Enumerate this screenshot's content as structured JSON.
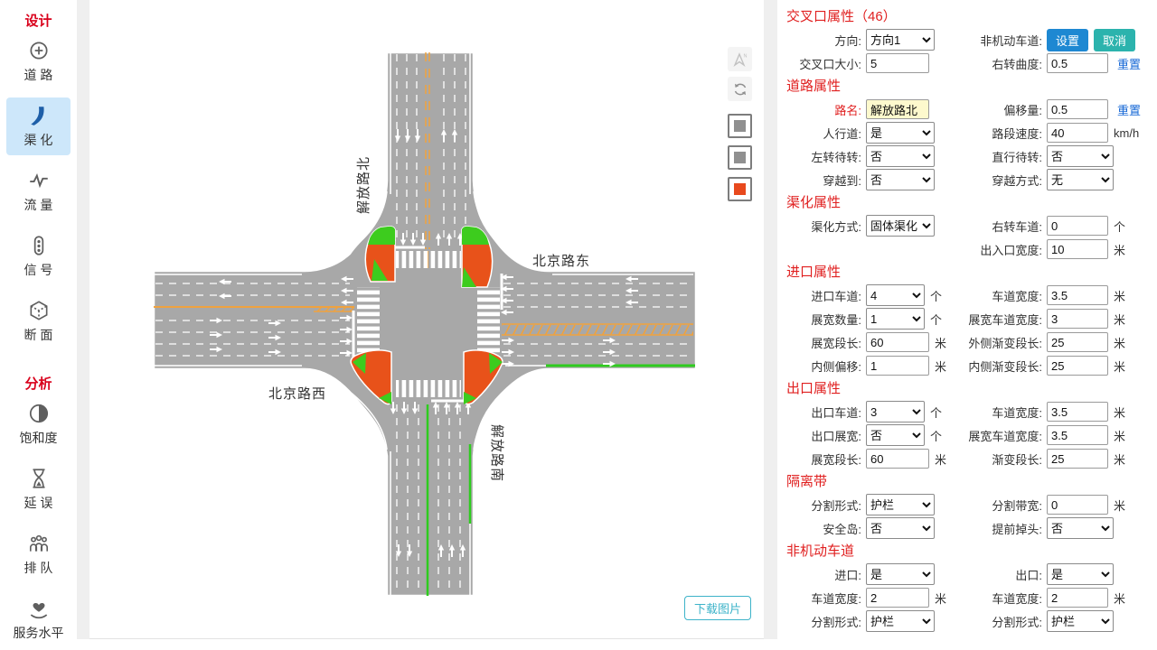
{
  "sidebar": {
    "sections": [
      {
        "title": "设计",
        "items": [
          {
            "icon": "road-icon",
            "label": "道 路"
          },
          {
            "icon": "channelization-icon",
            "label": "渠 化",
            "active": true
          },
          {
            "icon": "flow-icon",
            "label": "流 量"
          },
          {
            "icon": "signal-icon",
            "label": "信 号"
          },
          {
            "icon": "cross-section-icon",
            "label": "断 面"
          }
        ]
      },
      {
        "title": "分析",
        "items": [
          {
            "icon": "saturation-icon",
            "label": "饱和度"
          },
          {
            "icon": "delay-icon",
            "label": "延 误"
          },
          {
            "icon": "queue-icon",
            "label": "排 队"
          },
          {
            "icon": "service-level-icon",
            "label": "服务水平"
          }
        ]
      }
    ]
  },
  "canvas": {
    "road_labels": {
      "north": "解放路北",
      "south": "解放路南",
      "east": "北京路东",
      "west": "北京路西"
    },
    "toolbar": {
      "north_label": "N"
    },
    "download_label": "下载图片",
    "colors": {
      "road": "#a8a8a8",
      "island_orange": "#e8521a",
      "island_green": "#3dcc1e",
      "lane_marking": "#ffffff",
      "center_line_orange": "#efa23f",
      "bike_lane_green": "#2ecc1e",
      "toolbar_square_gray": "#909090",
      "toolbar_square_orange": "#e8491d",
      "accent_blue": "#1e88d2",
      "accent_teal": "#2cb3ad",
      "link_blue": "#1668d6",
      "section_red": "#e02020"
    }
  },
  "panel": {
    "rows": [
      {
        "text": "交叉口属性（46）"
      },
      {
        "l": {
          "label": "方向:",
          "value": "方向1"
        },
        "r": {
          "label": "非机动车道:",
          "btn1": "设置",
          "btn2": "取消"
        }
      },
      {
        "l": {
          "label": "交叉口大小:",
          "value": "5"
        },
        "r": {
          "label": "右转曲度:",
          "value": "0.5",
          "extra": "重置"
        }
      },
      {
        "text": "道路属性"
      },
      {
        "l": {
          "label": "路名:",
          "value": "解放路北"
        },
        "r": {
          "label": "偏移量:",
          "value": "0.5",
          "extra": "重置"
        }
      },
      {
        "l": {
          "label": "人行道:",
          "value": "是"
        },
        "r": {
          "label": "路段速度:",
          "value": "40",
          "unit": "km/h"
        }
      },
      {
        "l": {
          "label": "左转待转:",
          "value": "否"
        },
        "r": {
          "label": "直行待转:",
          "value": "否"
        }
      },
      {
        "l": {
          "label": "穿越到:",
          "value": "否"
        },
        "r": {
          "label": "穿越方式:",
          "value": "无"
        }
      },
      {
        "text": "渠化属性"
      },
      {
        "l": {
          "label": "渠化方式:",
          "value": "固体渠化"
        },
        "r": {
          "label": "右转车道:",
          "value": "0",
          "unit": "个"
        }
      },
      {
        "r": {
          "label": "出入口宽度:",
          "value": "10",
          "unit": "米"
        }
      },
      {
        "text": "进口属性"
      },
      {
        "l": {
          "label": "进口车道:",
          "value": "4",
          "unit": "个"
        },
        "r": {
          "label": "车道宽度:",
          "value": "3.5",
          "unit": "米"
        }
      },
      {
        "l": {
          "label": "展宽数量:",
          "value": "1",
          "unit": "个"
        },
        "r": {
          "label": "展宽车道宽度:",
          "value": "3",
          "unit": "米"
        }
      },
      {
        "l": {
          "label": "展宽段长:",
          "value": "60",
          "unit": "米"
        },
        "r": {
          "label": "外侧渐变段长:",
          "value": "25",
          "unit": "米"
        }
      },
      {
        "l": {
          "label": "内侧偏移:",
          "value": "1",
          "unit": "米"
        },
        "r": {
          "label": "内侧渐变段长:",
          "value": "25",
          "unit": "米"
        }
      },
      {
        "text": "出口属性"
      },
      {
        "l": {
          "label": "出口车道:",
          "value": "3",
          "unit": "个"
        },
        "r": {
          "label": "车道宽度:",
          "value": "3.5",
          "unit": "米"
        }
      },
      {
        "l": {
          "label": "出口展宽:",
          "value": "否",
          "unit": "个"
        },
        "r": {
          "label": "展宽车道宽度:",
          "value": "3.5",
          "unit": "米"
        }
      },
      {
        "l": {
          "label": "展宽段长:",
          "value": "60",
          "unit": "米"
        },
        "r": {
          "label": "渐变段长:",
          "value": "25",
          "unit": "米"
        }
      },
      {
        "text": "隔离带"
      },
      {
        "l": {
          "label": "分割形式:",
          "value": "护栏"
        },
        "r": {
          "label": "分割带宽:",
          "value": "0",
          "unit": "米"
        }
      },
      {
        "l": {
          "label": "安全岛:",
          "value": "否"
        },
        "r": {
          "label": "提前掉头:",
          "value": "否"
        }
      },
      {
        "text": "非机动车道"
      },
      {
        "l": {
          "label": "进口:",
          "value": "是"
        },
        "r": {
          "label": "出口:",
          "value": "是"
        }
      },
      {
        "l": {
          "label": "车道宽度:",
          "value": "2",
          "unit": "米"
        },
        "r": {
          "label": "车道宽度:",
          "value": "2",
          "unit": "米"
        }
      },
      {
        "l": {
          "label": "分割形式:",
          "value": "护栏"
        },
        "r": {
          "label": "分割形式:",
          "value": "护栏"
        }
      }
    ]
  }
}
